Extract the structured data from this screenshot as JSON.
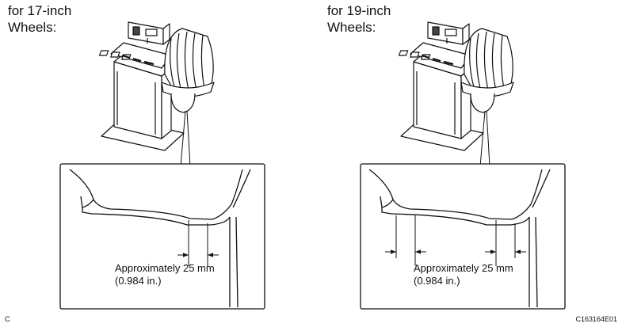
{
  "panels": [
    {
      "caption_line1": "for 17-inch",
      "caption_line2": "Wheels:",
      "measure_line1": "Approximately 25 mm",
      "measure_line2": "(0.984 in.)"
    },
    {
      "caption_line1": "for 19-inch",
      "caption_line2": "Wheels:",
      "measure_line1": "Approximately 25 mm",
      "measure_line2": "(0.984 in.)"
    }
  ],
  "footer": {
    "left_mark": "C",
    "figure_code": "C163164E01"
  }
}
